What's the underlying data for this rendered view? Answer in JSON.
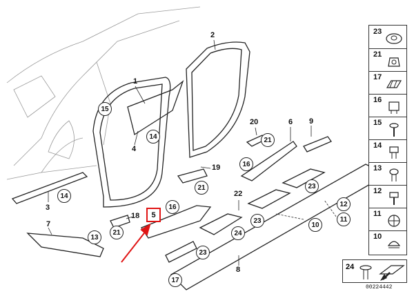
{
  "callouts_plain": [
    {
      "id": "lbl-1",
      "text": "1"
    },
    {
      "id": "lbl-2",
      "text": "2"
    },
    {
      "id": "lbl-3",
      "text": "3"
    },
    {
      "id": "lbl-4",
      "text": "4"
    },
    {
      "id": "lbl-6",
      "text": "6"
    },
    {
      "id": "lbl-7",
      "text": "7"
    },
    {
      "id": "lbl-8",
      "text": "8"
    },
    {
      "id": "lbl-9",
      "text": "9"
    },
    {
      "id": "lbl-18",
      "text": "18"
    },
    {
      "id": "lbl-19",
      "text": "19"
    },
    {
      "id": "lbl-20",
      "text": "20"
    },
    {
      "id": "lbl-22",
      "text": "22"
    }
  ],
  "callouts_circled": [
    {
      "id": "c-15",
      "text": "15"
    },
    {
      "id": "c-14a",
      "text": "14"
    },
    {
      "id": "c-14b",
      "text": "14"
    },
    {
      "id": "c-21a",
      "text": "21"
    },
    {
      "id": "c-21b",
      "text": "21"
    },
    {
      "id": "c-21c",
      "text": "21"
    },
    {
      "id": "c-16a",
      "text": "16"
    },
    {
      "id": "c-16b",
      "text": "16"
    },
    {
      "id": "c-23a",
      "text": "23"
    },
    {
      "id": "c-23b",
      "text": "23"
    },
    {
      "id": "c-23c",
      "text": "23"
    },
    {
      "id": "c-24",
      "text": "24"
    },
    {
      "id": "c-13",
      "text": "13"
    },
    {
      "id": "c-10",
      "text": "10"
    },
    {
      "id": "c-11",
      "text": "11"
    },
    {
      "id": "c-12",
      "text": "12"
    },
    {
      "id": "c-17",
      "text": "17"
    }
  ],
  "highlight": {
    "text": "5",
    "color": "#e01414"
  },
  "sidebar_items": [
    "23",
    "21",
    "17",
    "16",
    "15",
    "14",
    "13",
    "12",
    "11",
    "10"
  ],
  "legend_item": "24",
  "doc_number": "00224442",
  "colors": {
    "line": "#222222",
    "highlight": "#e01414",
    "background": "#ffffff"
  }
}
